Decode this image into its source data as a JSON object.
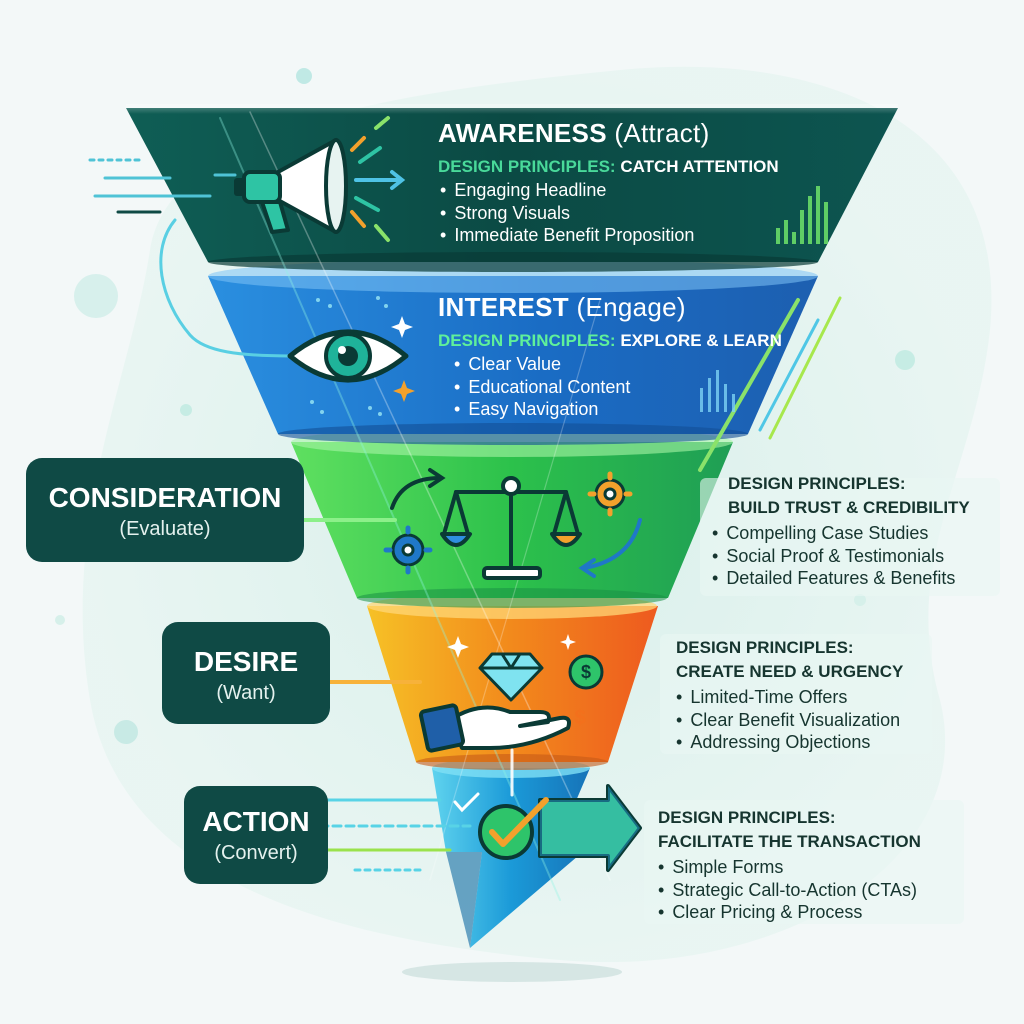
{
  "stages": [
    {
      "title": "AWARENESS",
      "subtitle": "(Attract)",
      "principles_label": "DESIGN PRINCIPLES:",
      "principles_value": "CATCH ATTENTION",
      "items": [
        "Engaging Headline",
        "Strong Visuals",
        "Immediate Benefit Proposition"
      ],
      "icon": "megaphone-icon"
    },
    {
      "title": "INTEREST",
      "subtitle": "(Engage)",
      "principles_label": "DESIGN PRINCIPLES:",
      "principles_value": "EXPLORE & LEARN",
      "items": [
        "Clear Value",
        "Educational Content",
        "Easy Navigation"
      ],
      "icon": "eye-icon"
    },
    {
      "title": "CONSIDERATION",
      "subtitle": "(Evaluate)",
      "principles_label": "DESIGN PRINCIPLES:",
      "principles_value": "BUILD TRUST & CREDIBILITY",
      "items": [
        "Compelling Case Studies",
        "Social Proof & Testimonials",
        "Detailed Features & Benefits"
      ],
      "icon": "balance-scale-icon"
    },
    {
      "title": "DESIRE",
      "subtitle": "(Want)",
      "principles_label": "DESIGN PRINCIPLES:",
      "principles_value": "CREATE NEED & URGENCY",
      "items": [
        "Limited-Time Offers",
        "Clear Benefit Visualization",
        "Addressing Objections"
      ],
      "icon": "diamond-hand-icon"
    },
    {
      "title": "ACTION",
      "subtitle": "(Convert)",
      "principles_label": "DESIGN PRINCIPLES:",
      "principles_value": "FACILITATE THE TRANSACTION",
      "items": [
        "Simple Forms",
        "Strategic Call-to-Action (CTAs)",
        "Clear Pricing & Process"
      ],
      "icon": "checkmark-arrow-icon"
    }
  ],
  "colors": {
    "awareness": "#0d4f4a",
    "interest": "#1e74c9",
    "consideration": "#2fc84e",
    "desire": "#f08a1c",
    "action": "#1a9fd8",
    "pill": "#0f4a45",
    "accent_teal": "#2ec4a4",
    "accent_lime": "#b8ee3a"
  }
}
